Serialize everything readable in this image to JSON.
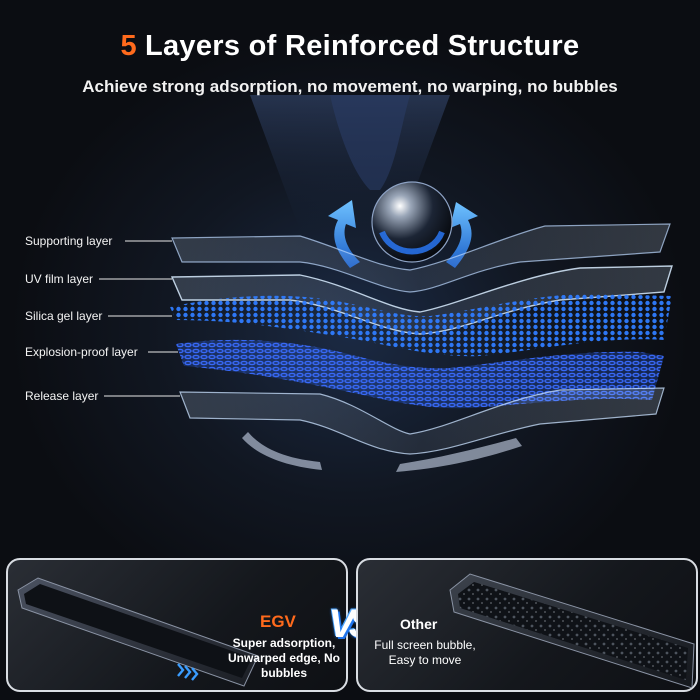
{
  "header": {
    "title_number": "5",
    "title_rest": "Layers of Reinforced Structure",
    "subtitle": "Achieve strong adsorption, no movement, no warping, no bubbles"
  },
  "layers": [
    {
      "label": "Supporting  layer"
    },
    {
      "label": "UV film layer"
    },
    {
      "label": "Silica gel layer"
    },
    {
      "label": "Explosion-proof layer"
    },
    {
      "label": "Release layer"
    }
  ],
  "comparison": {
    "vs_label": "VS",
    "egv": {
      "name": "EGV",
      "description": "Super adsorption, Unwarped edge, No bubbles"
    },
    "other": {
      "name": "Other",
      "description": "Full screen bubble, Easy to move"
    }
  },
  "colors": {
    "accent_orange": "#ff6a1c",
    "mesh_blue": "#2f7cff",
    "background": "#0d0f14"
  }
}
